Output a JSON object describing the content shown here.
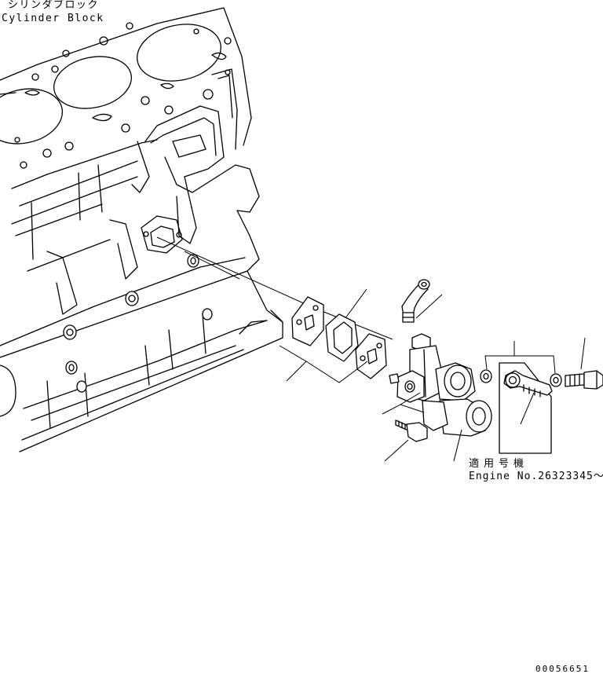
{
  "labels": {
    "block_jp": "シリンダブロック",
    "block_en": "Cylinder Block",
    "applicable_jp": "適用号機",
    "engine_no": "Engine No.26323345～",
    "drawing_no": "00056651"
  }
}
